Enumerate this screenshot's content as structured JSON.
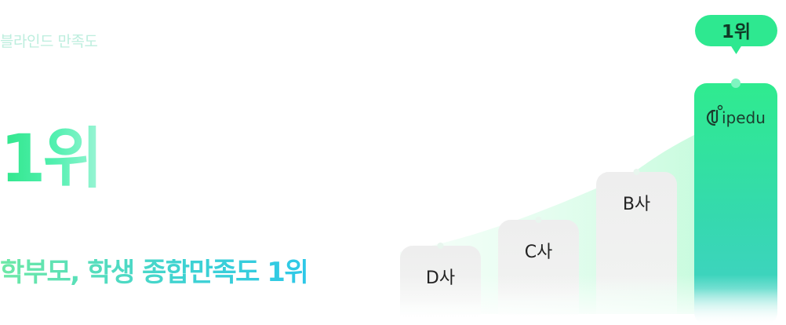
{
  "header": {
    "eyebrow": "블라인드 만족도",
    "rank": "1위",
    "subtitle": "학부모, 학생 종합만족도 1위"
  },
  "colors": {
    "accent_green": "#2fe68a",
    "accent_teal": "#3ed2c0",
    "bar_gray": "#ededed",
    "badge_green": "#2ee890"
  },
  "chart_data": {
    "type": "bar",
    "categories": [
      "D사",
      "C사",
      "B사",
      "Jipedu"
    ],
    "values": [
      1,
      2,
      3,
      5
    ],
    "value_scale": "relative satisfaction (no numeric axis shown)",
    "ylim": [
      0,
      5
    ],
    "highlight": "Jipedu",
    "highlight_badge": "1위",
    "logo_icon": "jipedu-logo",
    "axes_visible": false,
    "grid": false,
    "legend": "none"
  }
}
